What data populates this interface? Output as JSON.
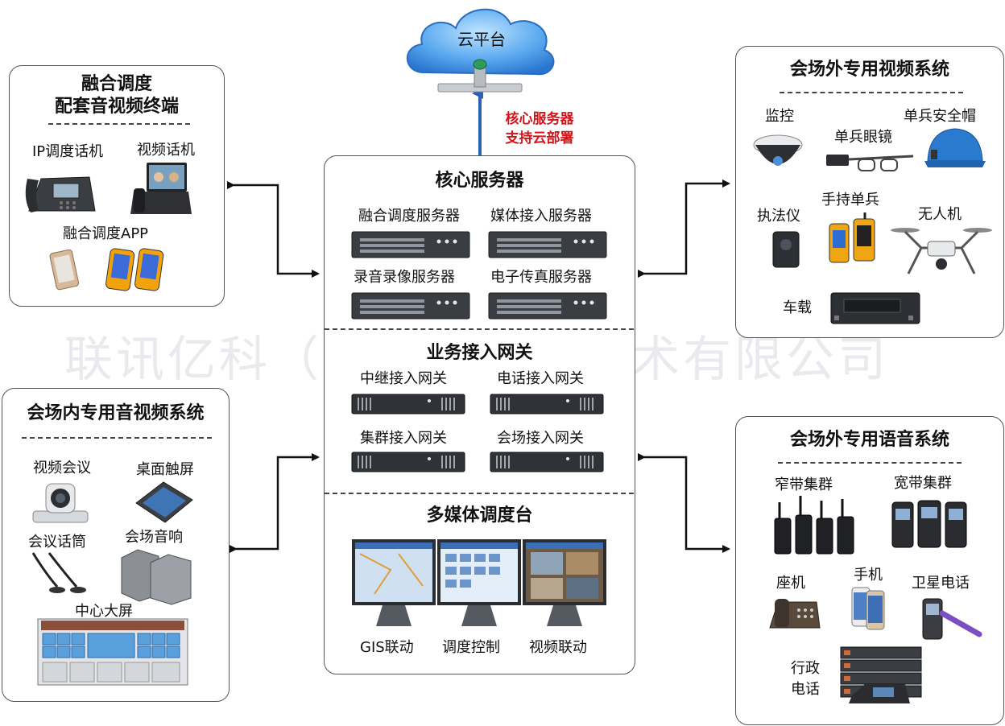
{
  "watermark": "联讯亿科（山东）信息技术有限公司",
  "cloud": {
    "label": "云平台",
    "note_line1": "核心服务器",
    "note_line2": "支持云部署"
  },
  "terminals": {
    "title_line1": "融合调度",
    "title_line2": "配套音视频终端",
    "ip_phone": "IP调度话机",
    "video_phone": "视频话机",
    "app": "融合调度APP"
  },
  "indoor": {
    "title": "会场内专用音视频系统",
    "video_conf": "视频会议",
    "desk_touch": "桌面触屏",
    "mic": "会议话筒",
    "speaker": "会场音响",
    "big_screen": "中心大屏"
  },
  "core": {
    "title": "核心服务器",
    "servers": [
      "融合调度服务器",
      "媒体接入服务器",
      "录音录像服务器",
      "电子传真服务器"
    ],
    "gateway_title": "业务接入网关",
    "gateways": [
      "中继接入网关",
      "电话接入网关",
      "集群接入网关",
      "会场接入网关"
    ],
    "console_title": "多媒体调度台",
    "consoles": [
      "GIS联动",
      "调度控制",
      "视频联动"
    ]
  },
  "outdoor_video": {
    "title": "会场外专用视频系统",
    "monitor": "监控",
    "glasses": "单兵眼镜",
    "helmet": "单兵安全帽",
    "recorder": "执法仪",
    "handheld": "手持单兵",
    "drone": "无人机",
    "vehicle": "车载"
  },
  "outdoor_voice": {
    "title": "会场外专用语音系统",
    "narrowband": "窄带集群",
    "broadband": "宽带集群",
    "desk_phone": "座机",
    "mobile": "手机",
    "satellite": "卫星电话",
    "admin_line1": "行政",
    "admin_line2": "电话"
  },
  "colors": {
    "cloud": "#3b8fe0",
    "arrow_up": "#2b62b5",
    "note_red": "#d4141b",
    "border": "#555555"
  }
}
